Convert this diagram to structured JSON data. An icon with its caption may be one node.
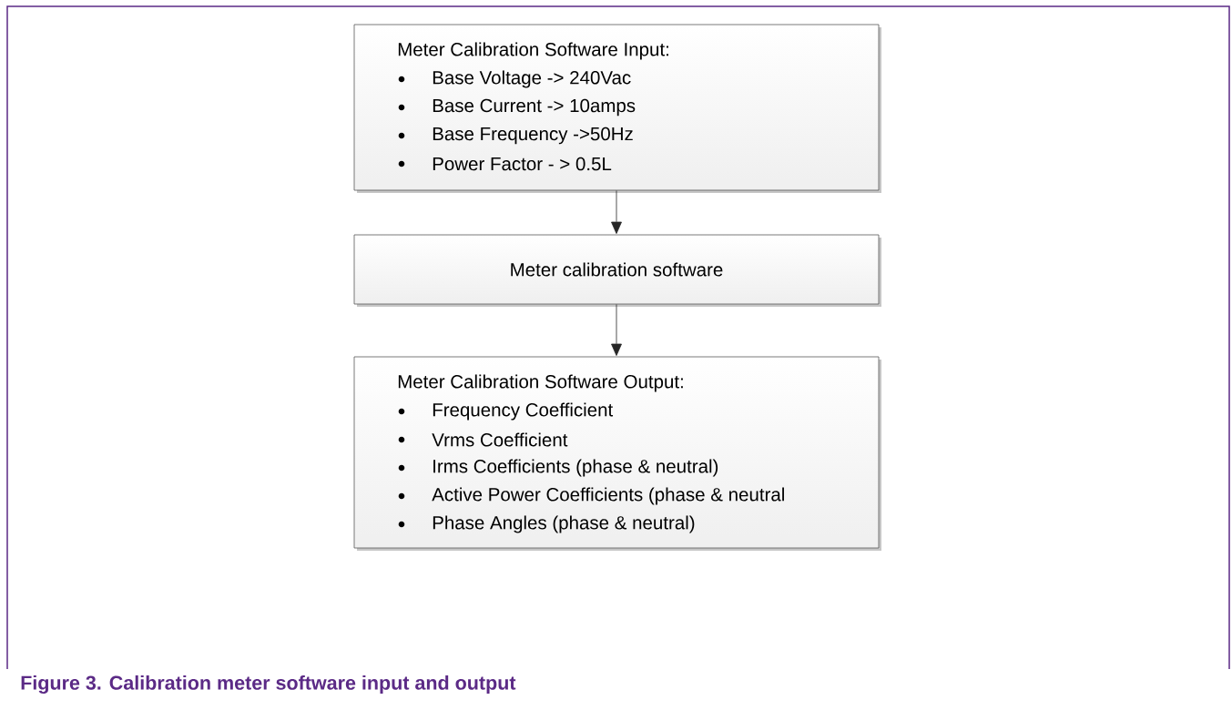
{
  "diagram": {
    "caption": "Figure 3.  Calibration meter software input and output",
    "nodes": [
      {
        "text": [
          "Meter Calibration Software Input:",
          "Base Voltage -> 240Vac",
          "Base Current -> 10amps",
          "Base Frequency ->50Hz",
          "Power Factor - > 0.5L"
        ]
      },
      {
        "text": [
          "Meter calibration software"
        ]
      },
      {
        "text": [
          "Meter Calibration Software Output:",
          "Frequency Coefficient",
          "Vrms Coefficient",
          "Irms Coefficients (phase & neutral)",
          "Active Power Coefficients (phase & neutral",
          "Phase Angles (phase & neutral)"
        ]
      }
    ],
    "edges": [
      {
        "from": 0,
        "to": 1,
        "arrow": "to"
      },
      {
        "from": 1,
        "to": 2,
        "arrow": "to"
      }
    ]
  }
}
